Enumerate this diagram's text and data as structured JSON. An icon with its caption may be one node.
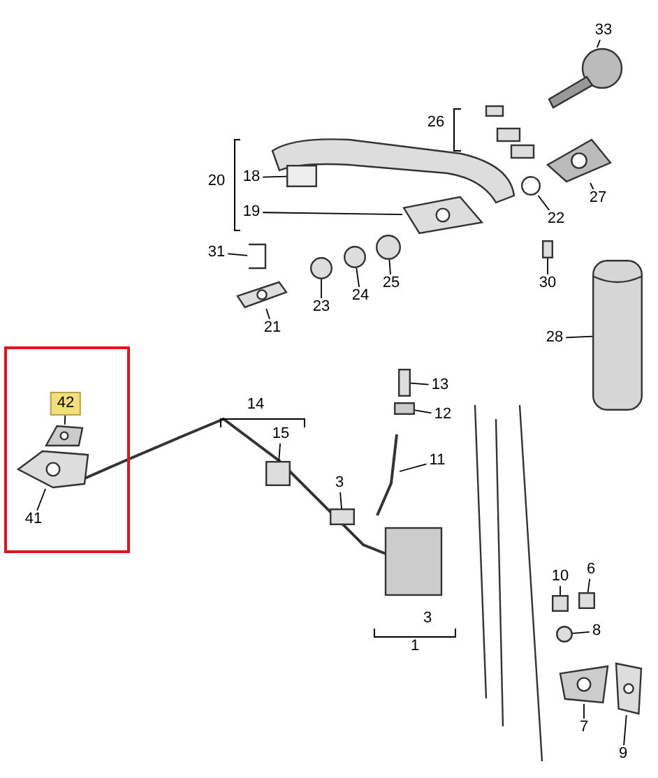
{
  "diagram": {
    "nodes": [
      {
        "text": [],
        "shape": "box"
      },
      {
        "text": [
          "33"
        ]
      },
      {
        "text": [
          "18"
        ]
      },
      {
        "text": [
          "19"
        ]
      },
      {
        "text": [
          "22"
        ]
      },
      {
        "text": [
          "27"
        ]
      },
      {
        "text": [
          "31"
        ]
      },
      {
        "text": [
          "21"
        ]
      },
      {
        "text": [
          "23"
        ]
      },
      {
        "text": [
          "24"
        ]
      },
      {
        "text": [
          "25"
        ]
      },
      {
        "text": [
          "30"
        ]
      },
      {
        "text": [
          "28"
        ]
      },
      {
        "text": [
          "42"
        ],
        "in": 0
      },
      {
        "text": [
          "41"
        ],
        "in": 0
      },
      {
        "text": [
          "15"
        ]
      },
      {
        "text": [
          "13"
        ]
      },
      {
        "text": [
          "12"
        ]
      },
      {
        "text": [
          "11"
        ]
      },
      {
        "text": [
          "3"
        ]
      },
      {
        "text": [
          "10"
        ]
      },
      {
        "text": [
          "6"
        ]
      },
      {
        "text": [
          "8"
        ]
      },
      {
        "text": [
          "7"
        ]
      },
      {
        "text": [
          "9"
        ]
      },
      {
        "text": [
          "26"
        ]
      },
      {
        "text": [
          "20"
        ]
      },
      {
        "text": [
          "14"
        ]
      },
      {
        "text": [
          "3"
        ]
      },
      {
        "text": [
          "1"
        ]
      },
      {
        "text": [],
        "shape": "picture"
      },
      {
        "text": [],
        "shape": "box"
      },
      {
        "text": [],
        "shape": "picture"
      },
      {
        "text": [],
        "shape": "circle"
      },
      {
        "text": [],
        "shape": "picture"
      },
      {
        "text": [],
        "shape": "picture"
      },
      {
        "text": [],
        "shape": "picture"
      },
      {
        "text": [],
        "shape": "circle"
      },
      {
        "text": [],
        "shape": "circle"
      },
      {
        "text": [],
        "shape": "circle"
      },
      {
        "text": [],
        "shape": "box"
      },
      {
        "text": [],
        "shape": "cylinder"
      },
      {
        "text": [],
        "shape": "picture",
        "in": 0
      },
      {
        "text": [],
        "shape": "picture",
        "in": 0
      },
      {
        "text": [],
        "shape": "box"
      },
      {
        "text": [],
        "shape": "box"
      },
      {
        "text": [],
        "shape": "box"
      },
      {
        "text": [],
        "shape": "picture"
      },
      {
        "text": [],
        "shape": "box"
      },
      {
        "text": [],
        "shape": "box"
      },
      {
        "text": [],
        "shape": "box"
      },
      {
        "text": [],
        "shape": "circle"
      },
      {
        "text": [],
        "shape": "picture"
      },
      {
        "text": [],
        "shape": "picture"
      }
    ],
    "edges": [
      {
        "from": 1,
        "to": 30,
        "arrow": "none"
      },
      {
        "from": 2,
        "to": 31,
        "arrow": "none"
      },
      {
        "from": 3,
        "to": 32,
        "arrow": "none"
      },
      {
        "from": 4,
        "to": 33,
        "arrow": "none"
      },
      {
        "from": 5,
        "to": 34,
        "arrow": "none"
      },
      {
        "from": 6,
        "to": 35,
        "arrow": "none"
      },
      {
        "from": 7,
        "to": 36,
        "arrow": "none"
      },
      {
        "from": 8,
        "to": 37,
        "arrow": "none"
      },
      {
        "from": 9,
        "to": 38,
        "arrow": "none"
      },
      {
        "from": 10,
        "to": 39,
        "arrow": "none"
      },
      {
        "from": 11,
        "to": 40,
        "arrow": "none"
      },
      {
        "from": 12,
        "to": 41,
        "arrow": "none"
      },
      {
        "from": 13,
        "to": 42,
        "arrow": "none"
      },
      {
        "from": 14,
        "to": 43,
        "arrow": "none"
      },
      {
        "from": 15,
        "to": 44,
        "arrow": "none"
      },
      {
        "from": 16,
        "to": 45,
        "arrow": "none"
      },
      {
        "from": 17,
        "to": 46,
        "arrow": "none"
      },
      {
        "from": 18,
        "to": 47,
        "arrow": "none"
      },
      {
        "from": 19,
        "to": 48,
        "arrow": "none"
      },
      {
        "from": 20,
        "to": 49,
        "arrow": "none"
      },
      {
        "from": 21,
        "to": 50,
        "arrow": "none"
      },
      {
        "from": 22,
        "to": 51,
        "arrow": "none"
      },
      {
        "from": 23,
        "to": 52,
        "arrow": "none"
      },
      {
        "from": 24,
        "to": 53,
        "arrow": "none"
      }
    ]
  }
}
